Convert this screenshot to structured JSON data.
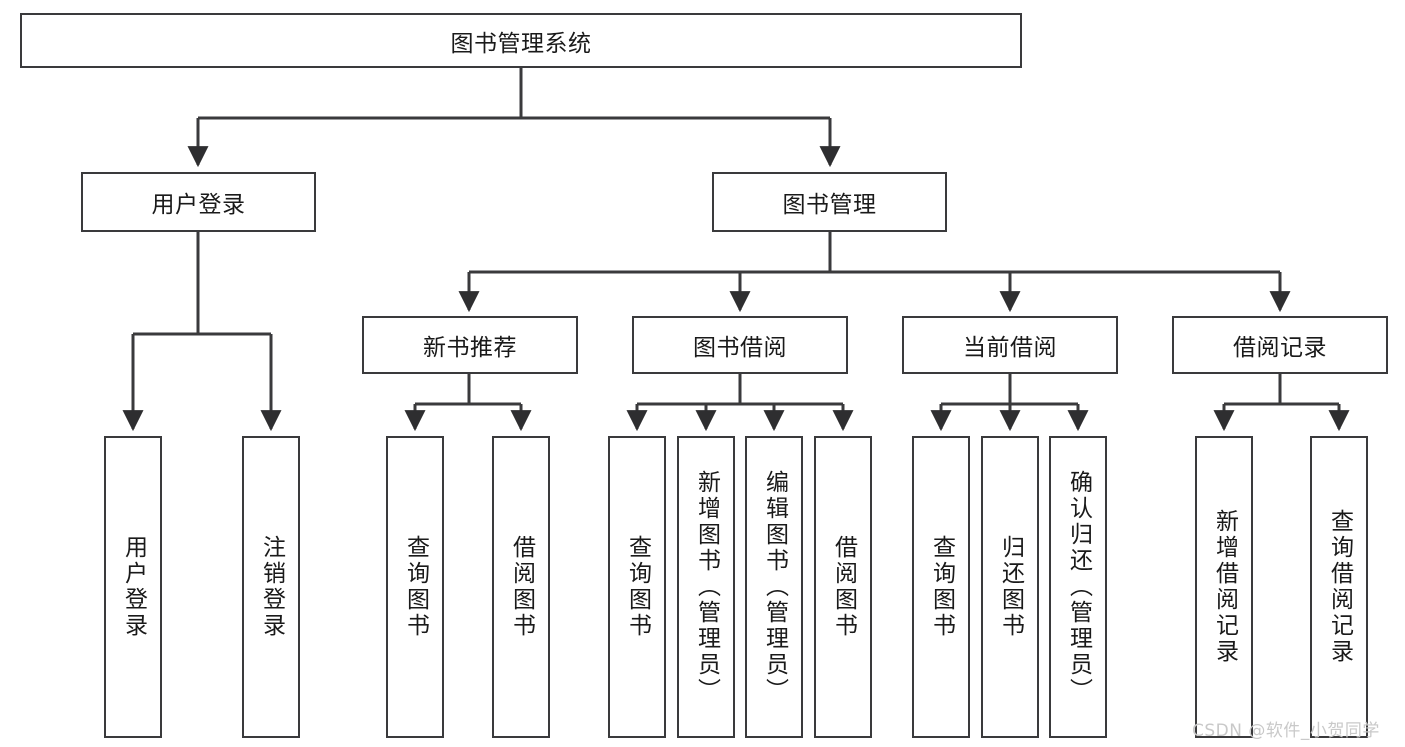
{
  "diagram": {
    "title": "图书管理系统",
    "type": "tree",
    "root": {
      "label": "图书管理系统"
    },
    "level2": [
      {
        "id": "user-login",
        "label": "用户登录"
      },
      {
        "id": "book-manage",
        "label": "图书管理"
      }
    ],
    "level3": [
      {
        "id": "new-book-recommend",
        "label": "新书推荐",
        "parent": "book-manage"
      },
      {
        "id": "book-borrow",
        "label": "图书借阅",
        "parent": "book-manage"
      },
      {
        "id": "current-borrow",
        "label": "当前借阅",
        "parent": "book-manage"
      },
      {
        "id": "borrow-record",
        "label": "借阅记录",
        "parent": "book-manage"
      }
    ],
    "leaves": [
      {
        "id": "leaf-user-login",
        "label": "用户登录",
        "parent": "user-login"
      },
      {
        "id": "leaf-user-logout",
        "label": "注销登录",
        "parent": "user-login"
      },
      {
        "id": "leaf-query-book-1",
        "label": "查询图书",
        "parent": "new-book-recommend"
      },
      {
        "id": "leaf-borrow-book-1",
        "label": "借阅图书",
        "parent": "new-book-recommend"
      },
      {
        "id": "leaf-query-book-2",
        "label": "查询图书",
        "parent": "book-borrow"
      },
      {
        "id": "leaf-add-book",
        "label": "新增图书（管理员）",
        "parent": "book-borrow"
      },
      {
        "id": "leaf-edit-book",
        "label": "编辑图书（管理员）",
        "parent": "book-borrow"
      },
      {
        "id": "leaf-borrow-book-2",
        "label": "借阅图书",
        "parent": "book-borrow"
      },
      {
        "id": "leaf-query-book-3",
        "label": "查询图书",
        "parent": "current-borrow"
      },
      {
        "id": "leaf-return-book",
        "label": "归还图书",
        "parent": "current-borrow"
      },
      {
        "id": "leaf-confirm-return",
        "label": "确认归还（管理员）",
        "parent": "current-borrow"
      },
      {
        "id": "leaf-add-record",
        "label": "新增借阅记录",
        "parent": "borrow-record"
      },
      {
        "id": "leaf-query-record",
        "label": "查询借阅记录",
        "parent": "borrow-record"
      }
    ],
    "colors": {
      "stroke": "#3a3a3c",
      "fill": "#ffffff",
      "text": "#1a1a1a",
      "watermark": "#c9c9c9"
    }
  },
  "watermark": {
    "text": "CSDN @软件_小贺同学"
  }
}
